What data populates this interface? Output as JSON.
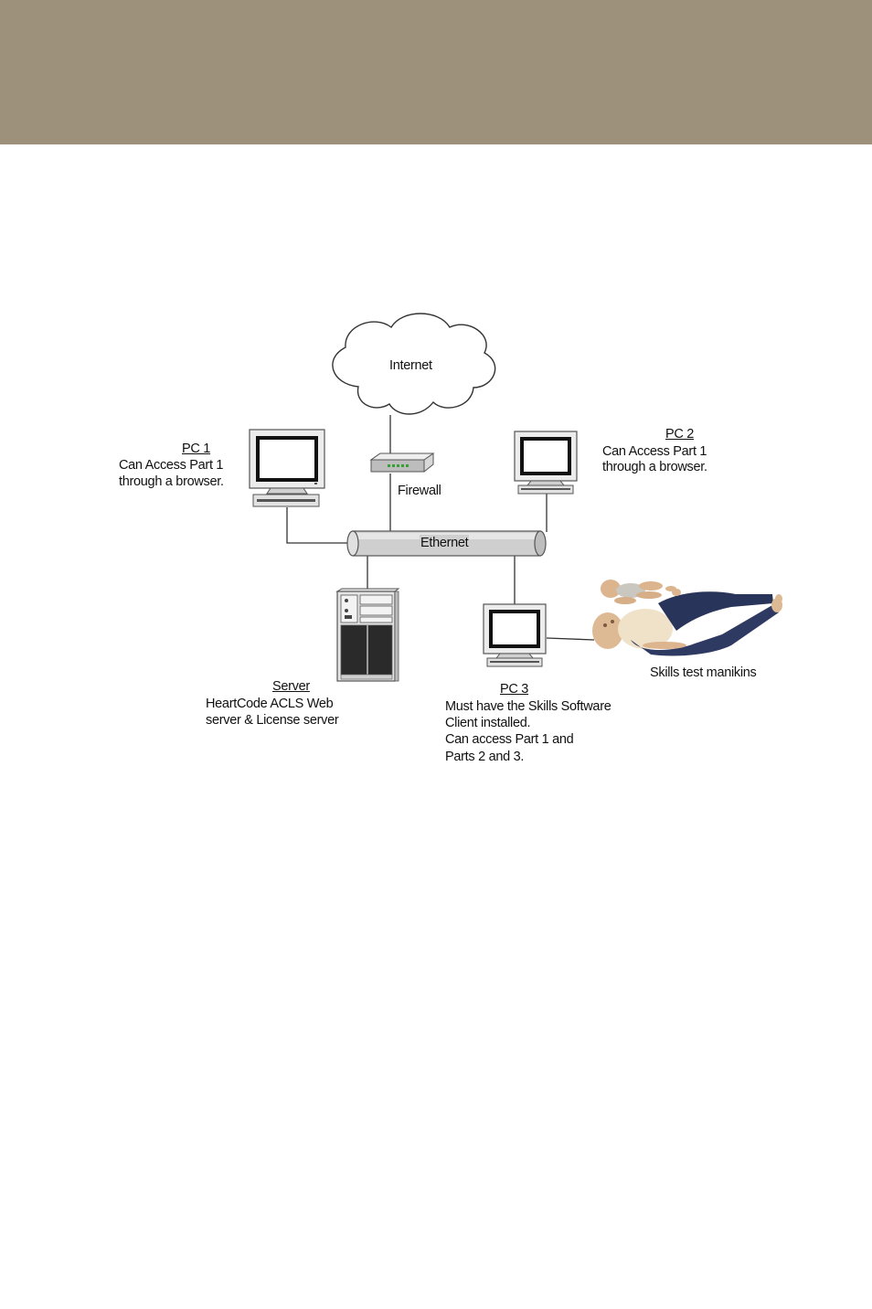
{
  "internet": {
    "label": "Internet"
  },
  "firewall": {
    "label": "Firewall"
  },
  "ethernet": {
    "label": "Ethernet"
  },
  "pc1": {
    "title": "PC 1",
    "lines": [
      "Can Access Part 1",
      "through a browser."
    ]
  },
  "pc2": {
    "title": "PC 2",
    "lines": [
      "Can Access Part 1",
      "through a browser."
    ]
  },
  "pc3": {
    "title": "PC 3",
    "lines": [
      "Must have the Skills Software",
      "Client installed.",
      "Can access Part 1 and",
      "Parts 2 and 3."
    ]
  },
  "server": {
    "title": "Server",
    "lines": [
      "HeartCode ACLS Web",
      "server & License server"
    ]
  },
  "manikins": {
    "label": "Skills test manikins"
  },
  "colors": {
    "header_band": "#9d917c"
  }
}
